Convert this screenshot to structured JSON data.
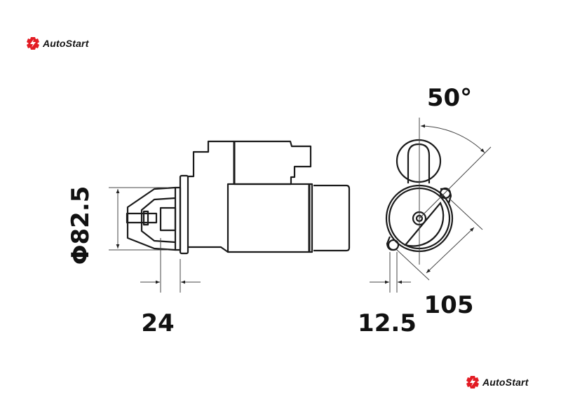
{
  "brand": {
    "name": "AutoStart",
    "accent": "#e31b23"
  },
  "dimensions": {
    "diameter": "Φ82.5",
    "pinion_offset": "24",
    "flange_thickness": "12.5",
    "bolt_spacing": "105",
    "angle": "50°"
  }
}
